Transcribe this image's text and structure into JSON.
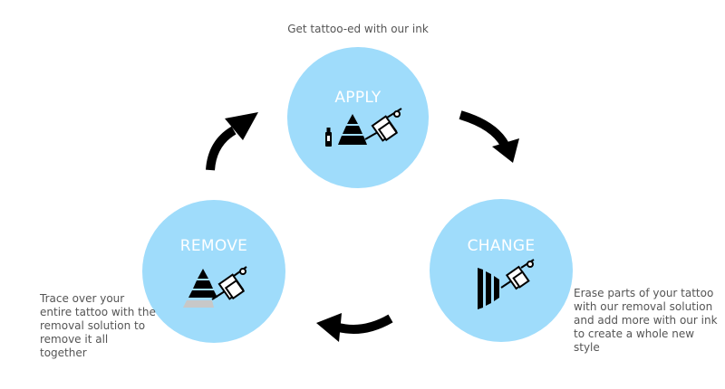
{
  "steps": {
    "apply": {
      "label": "APPLY",
      "caption": "Get tattoo-ed with our ink",
      "icon": "ink-bottle-pyramid-tattoo-machine-icon"
    },
    "change": {
      "label": "CHANGE",
      "caption": "Erase parts of your tattoo with our removal solution and add more with our ink to create a whole new style",
      "icon": "sliced-pyramid-tattoo-machine-icon"
    },
    "remove": {
      "label": "REMOVE",
      "caption": "Trace over your entire tattoo with the removal solution to remove it all together",
      "icon": "pyramid-tattoo-machine-icon"
    }
  },
  "colors": {
    "circle": "#9fdcfb",
    "label": "#ffffff",
    "arrow": "#000000",
    "caption": "#555555"
  }
}
